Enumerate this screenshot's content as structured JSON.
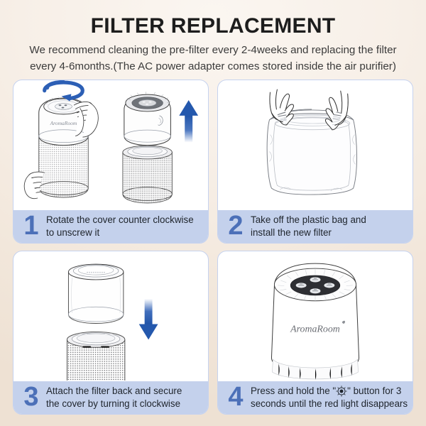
{
  "header": {
    "title": "FILTER REPLACEMENT",
    "subtitle_line1": "We recommend cleaning the pre-filter every 2-4weeks and replacing the filter",
    "subtitle_line2": "every 4-6months.(The AC power adapter comes stored inside the air purifier)"
  },
  "brand": {
    "name": "AromaRoom"
  },
  "colors": {
    "page_background": "#f6eee5",
    "card_background": "#ffffff",
    "card_border": "#c5d2ef",
    "caption_background": "#c4d1ec",
    "step_number": "#4c70b8",
    "arrow_blue": "#2c5fb5",
    "text_dark": "#1d1d1d",
    "line_art": "#3c3c3c"
  },
  "steps": [
    {
      "number": "1",
      "text_line1": "Rotate the cover counter clockwise",
      "text_line2": "to unscrew it",
      "illustration": "purifier-rotate-cover",
      "arrows": [
        "rotate-arrow-counter-clockwise",
        "up-arrow"
      ]
    },
    {
      "number": "2",
      "text_line1": "Take off the plastic bag and",
      "text_line2": "install the new filter",
      "illustration": "hands-removing-plastic-bag",
      "arrows": []
    },
    {
      "number": "3",
      "text_line1": "Attach the filter back and secure",
      "text_line2": "the cover by turning it clockwise",
      "illustration": "filter-lowering-into-base",
      "arrows": [
        "down-arrow"
      ]
    },
    {
      "number": "4",
      "text_line1_before_icon": "Press and hold the \"",
      "icon_name": "filter-reset-sun-icon",
      "text_line1_after_icon": "\" button for 3",
      "text_line2": "seconds until the red light disappears",
      "illustration": "purifier-top-control-panel",
      "arrows": []
    }
  ]
}
